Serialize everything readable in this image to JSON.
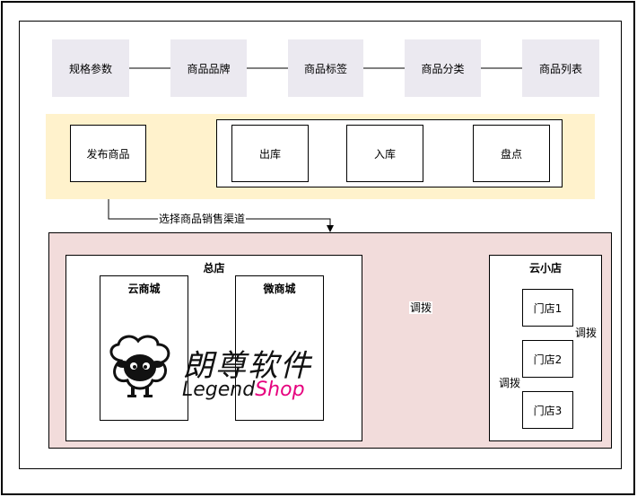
{
  "top_row": [
    "规格参数",
    "商品品牌",
    "商品标签",
    "商品分类",
    "商品列表"
  ],
  "publish": {
    "label": "发布商品",
    "ops": [
      "出库",
      "入库",
      "盘点"
    ]
  },
  "channel_label": "选择商品销售渠道",
  "headquarters": {
    "title": "总店",
    "cloud_mall": "云商城",
    "wechat_mall": "微商城"
  },
  "small_store": {
    "title": "云小店",
    "stores": [
      "门店1",
      "门店2",
      "门店3"
    ]
  },
  "transfer_labels": [
    "调拨",
    "调拨",
    "调拨"
  ],
  "logo": {
    "cn": "朗尊软件",
    "en_part1": "Legend",
    "en_part2": "Shop",
    "colors": {
      "dark": "#111111",
      "brand": "#e6007e"
    }
  },
  "colors": {
    "gray_box": "#ebe9f0",
    "yellow_band": "#fff2cc",
    "pink_band": "#f2dcdb"
  }
}
